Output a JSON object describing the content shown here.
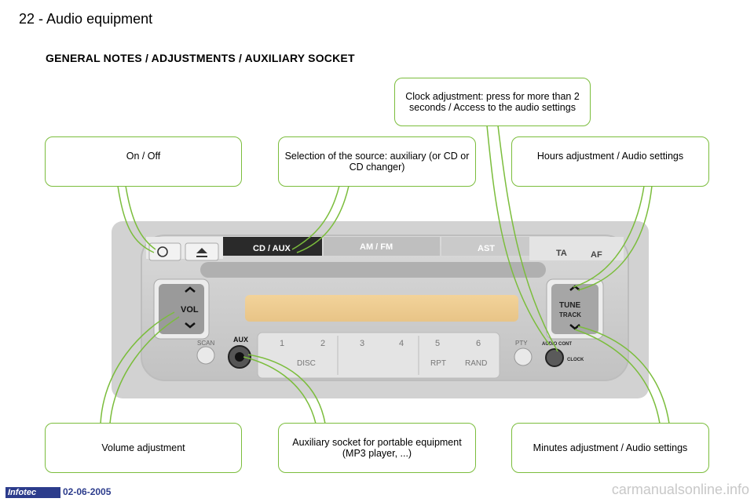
{
  "header": {
    "title": "22 - Audio equipment"
  },
  "section_title": "GENERAL NOTES / ADJUSTMENTS / AUXILIARY SOCKET",
  "callouts": {
    "clock": "Clock adjustment: press for more than 2 seconds / Access to the audio settings",
    "on_off": "On / Off",
    "source": "Selection of the source: auxiliary (or CD or CD changer)",
    "hours": "Hours adjustment / Audio settings",
    "volume": "Volume adjustment",
    "aux": "Auxiliary socket for portable equipment (MP3 player, ...)",
    "minutes": "Minutes adjustment / Audio settings"
  },
  "radio": {
    "cd_aux": "CD / AUX",
    "am_fm": "AM / FM",
    "ast": "AST",
    "ta": "TA",
    "af": "AF",
    "vol": "VOL",
    "scan": "SCAN",
    "aux": "AUX",
    "presets": [
      "1",
      "2",
      "3",
      "4",
      "5",
      "6"
    ],
    "disc": "DISC",
    "rpt": "RPT",
    "rand": "RAND",
    "pty": "PTY",
    "tune": "TUNE",
    "track": "TRACK",
    "audio_cont": "AUDIO CONT",
    "clock": "CLOCK"
  },
  "colors": {
    "callout_border": "#7bbd3c",
    "footer_blue": "#2c3c8c"
  },
  "footer": {
    "logo": "Infotec",
    "date": "02-06-2005",
    "watermark": "carmanualsonline.info"
  }
}
